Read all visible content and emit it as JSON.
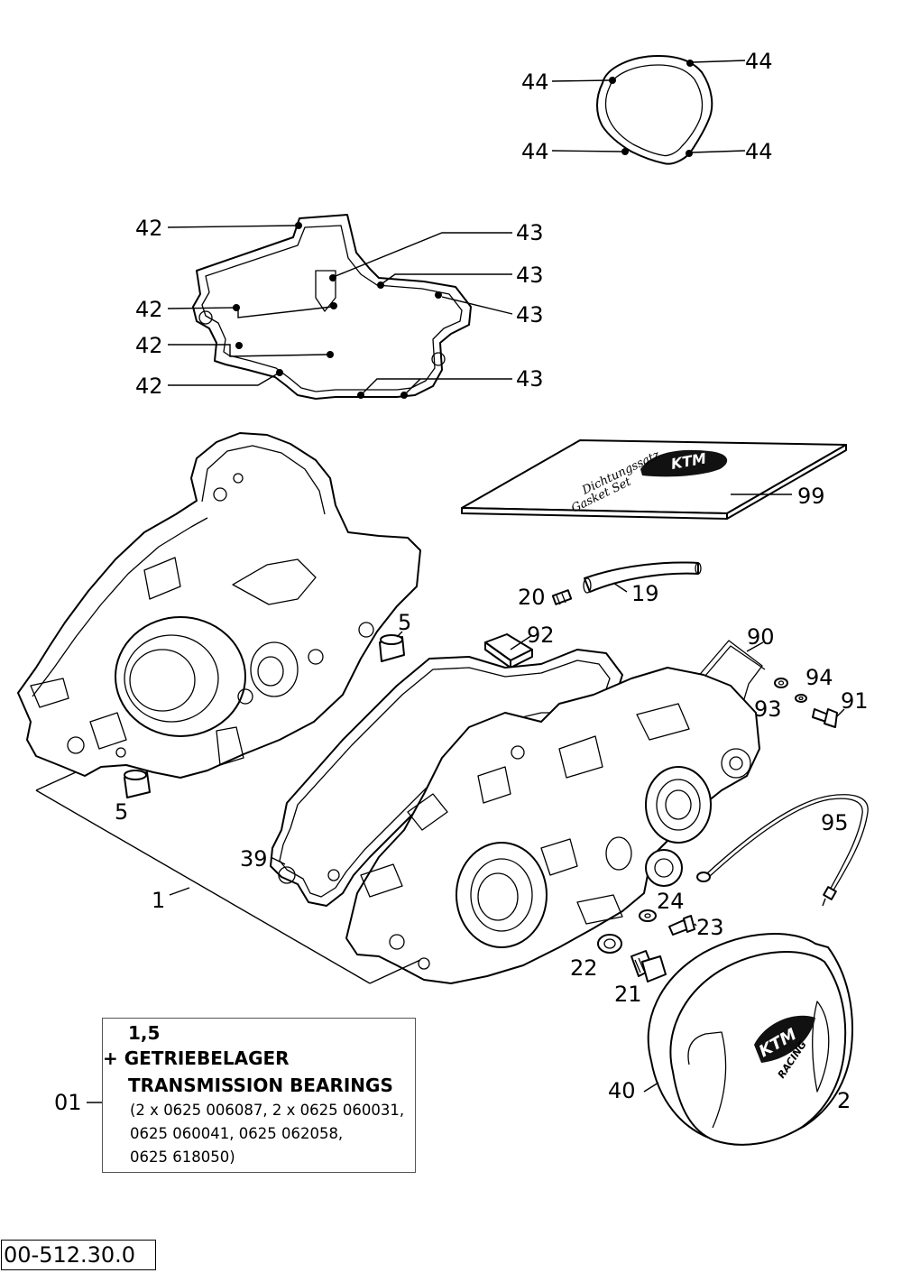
{
  "callouts": [
    {
      "id": "44a",
      "text": "44"
    },
    {
      "id": "44b",
      "text": "44"
    },
    {
      "id": "44c",
      "text": "44"
    },
    {
      "id": "44d",
      "text": "44"
    },
    {
      "id": "42a",
      "text": "42"
    },
    {
      "id": "42b",
      "text": "42"
    },
    {
      "id": "42c",
      "text": "42"
    },
    {
      "id": "42d",
      "text": "42"
    },
    {
      "id": "43a",
      "text": "43"
    },
    {
      "id": "43b",
      "text": "43"
    },
    {
      "id": "43c",
      "text": "43"
    },
    {
      "id": "43d",
      "text": "43"
    },
    {
      "id": "99",
      "text": "99"
    },
    {
      "id": "20",
      "text": "20"
    },
    {
      "id": "19",
      "text": "19"
    },
    {
      "id": "5a",
      "text": "5"
    },
    {
      "id": "92",
      "text": "92"
    },
    {
      "id": "90",
      "text": "90"
    },
    {
      "id": "94",
      "text": "94"
    },
    {
      "id": "93",
      "text": "93"
    },
    {
      "id": "91",
      "text": "91"
    },
    {
      "id": "5b",
      "text": "5"
    },
    {
      "id": "95",
      "text": "95"
    },
    {
      "id": "39",
      "text": "39"
    },
    {
      "id": "1",
      "text": "1"
    },
    {
      "id": "24",
      "text": "24"
    },
    {
      "id": "23",
      "text": "23"
    },
    {
      "id": "22",
      "text": "22"
    },
    {
      "id": "21",
      "text": "21"
    },
    {
      "id": "40",
      "text": "40"
    },
    {
      "id": "2",
      "text": "2"
    },
    {
      "id": "01",
      "text": "01"
    }
  ],
  "note": {
    "line1": "1,5",
    "line2": "+ GETRIEBELAGER",
    "line3": "TRANSMISSION BEARINGS",
    "line4": "(2 x 0625 006087, 2 x 0625 060031,",
    "line5": "0625 060041, 0625 062058,",
    "line6": "0625 618050)"
  },
  "gasket_set": {
    "brand": "KTM",
    "line1": "Dichtungssatz",
    "line2": "Gasket Set"
  },
  "cover_logo": {
    "brand": "KTM",
    "sub": "RACING"
  },
  "reference": "00-512.30.0",
  "colors": {
    "ink": "#000000",
    "paper": "#ffffff",
    "box_border": "#555555"
  }
}
